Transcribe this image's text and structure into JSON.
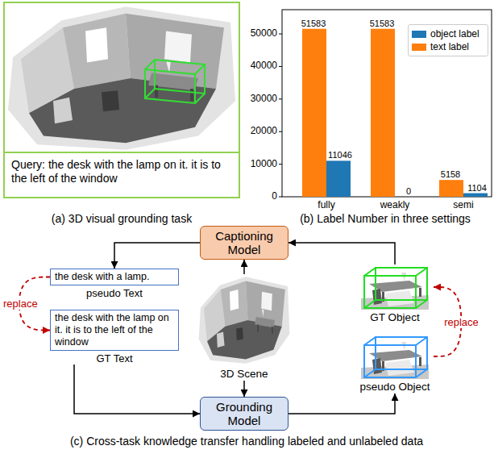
{
  "diagram": {
    "nodes": [
      {
        "text": [
          "Query: the desk with the lamp on it. it is to the left of the window"
        ]
      },
      {
        "text": [
          "Captioning Model"
        ]
      },
      {
        "text": [
          "the desk with a lamp.",
          "pseudo Text"
        ]
      },
      {
        "text": [
          "the desk with the lamp on it. it is to the left of the window",
          "GT Text"
        ]
      },
      {
        "text": [
          "3D Scene"
        ]
      },
      {
        "text": [
          "GT Object"
        ]
      },
      {
        "text": [
          "pseudo Object"
        ]
      },
      {
        "text": [
          "Grounding Model"
        ]
      }
    ],
    "edges": [
      {
        "from": 1,
        "to": 2,
        "arrow": "to"
      },
      {
        "from": 4,
        "to": 1,
        "arrow": "to"
      },
      {
        "from": 5,
        "to": 1,
        "arrow": "to"
      },
      {
        "from": 2,
        "to": 3,
        "label": "replace",
        "arrow": "to"
      },
      {
        "from": 3,
        "to": 7,
        "arrow": "to"
      },
      {
        "from": 4,
        "to": 7,
        "arrow": "to"
      },
      {
        "from": 7,
        "to": 6,
        "arrow": "to"
      },
      {
        "from": 6,
        "to": 5,
        "label": "replace",
        "arrow": "to"
      }
    ],
    "labels": [
      "(a) 3D visual grounding task",
      "50000",
      "40000",
      "30000",
      "20000",
      "10000",
      "0",
      "51583",
      "11046",
      "51583",
      "0",
      "5158",
      "1104",
      "fully",
      "weakly",
      "semi",
      "(b) Label Number in three settings",
      "(c) Cross-task knowledge transfer handling labeled and unlabeled data"
    ],
    "legend": [
      {
        "text": "object label",
        "color": "#1f77b4"
      },
      {
        "text": "text label",
        "color": "#ff7f0e"
      }
    ]
  }
}
